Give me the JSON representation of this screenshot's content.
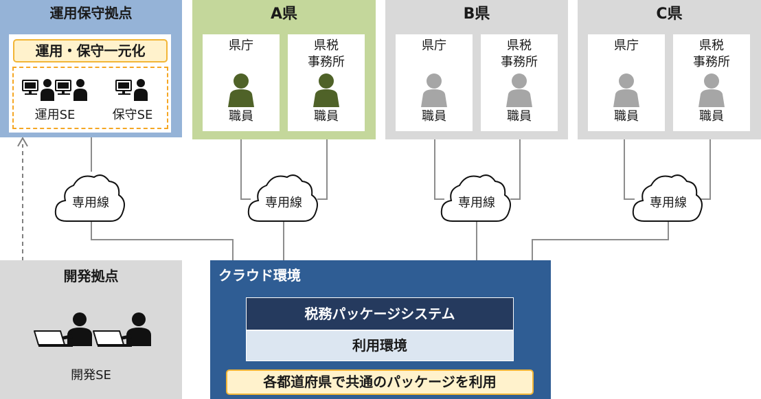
{
  "operations_base": {
    "title": "運用保守拠点",
    "banner": "運用・保守一元化",
    "ops_se_label": "運用SE",
    "maint_se_label": "保守SE"
  },
  "prefectures": [
    {
      "name": "A県",
      "person_color": "#4f6228",
      "offices": [
        {
          "label": "県庁",
          "staff": "職員"
        },
        {
          "label": "県税\n事務所",
          "staff": "職員"
        }
      ]
    },
    {
      "name": "B県",
      "person_color": "#a6a6a6",
      "offices": [
        {
          "label": "県庁",
          "staff": "職員"
        },
        {
          "label": "県税\n事務所",
          "staff": "職員"
        }
      ]
    },
    {
      "name": "C県",
      "person_color": "#a6a6a6",
      "offices": [
        {
          "label": "県庁",
          "staff": "職員"
        },
        {
          "label": "県税\n事務所",
          "staff": "職員"
        }
      ]
    }
  ],
  "dedicated_line_label": "専用線",
  "dev_base": {
    "title": "開発拠点",
    "se_label": "開発SE"
  },
  "cloud_env": {
    "title": "クラウド環境",
    "system": "税務パッケージシステム",
    "environment": "利用環境",
    "banner": "各都道府県で共通のパッケージを利用"
  },
  "colors": {
    "ops_panel": "#95b3d7",
    "a_panel": "#c4d79b",
    "bc_panel": "#d9d9d9",
    "cloud_env": "#2f5d94",
    "banner_fill": "#fff2cc",
    "banner_border": "#f2b536",
    "dashed_border": "#f5a623"
  },
  "icons": {
    "cloud": "cloud-icon",
    "staff": "person-icon",
    "operator": "operator-at-pc-icon",
    "developer": "developer-at-laptop-icon"
  }
}
